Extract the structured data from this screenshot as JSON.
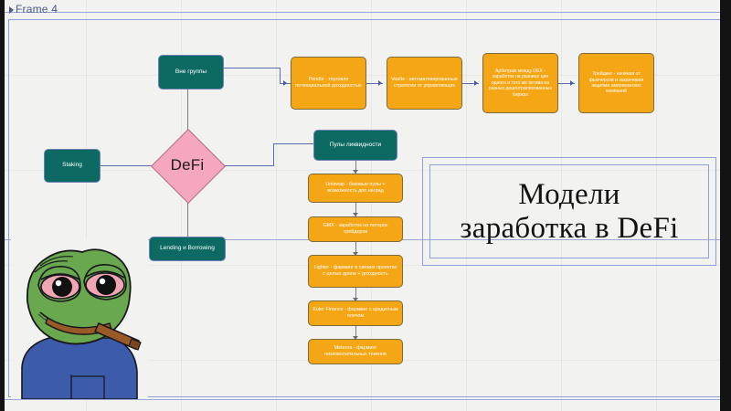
{
  "frame": {
    "label": "Frame 4",
    "chevron_icon": "chevron-right-icon"
  },
  "title_card": {
    "line1": "Модели",
    "line2": "заработка в DeFi",
    "full_text": "Модели заработка в DeFi"
  },
  "center_node": {
    "label": "DeFi",
    "shape": "diamond",
    "fill": "#f4a7bd"
  },
  "nodes": {
    "vne_gruppy": {
      "label": "Вне группы",
      "fill": "#0d6a63"
    },
    "staking": {
      "label": "Staking",
      "fill": "#0d6a63"
    },
    "lending": {
      "label": "Lending и Borrowing",
      "fill": "#0d6a63"
    },
    "pools": {
      "label": "Пулы ликвидности",
      "fill": "#0d6a63"
    }
  },
  "top_row": [
    {
      "label": "Pendle - торговля потенциальной доходностью",
      "fill": "#f5a615"
    },
    {
      "label": "Voults - автоматизированные стратегии от управляющих",
      "fill": "#f5a615"
    },
    {
      "label": "Арбитраж между DEX - заработок на разнице цен одного и того же актива на разных децентрализованных биржах",
      "fill": "#f5a615"
    },
    {
      "label": "Трейдинг - начиная от фьючерсов и заканчивая акциями американских компаний",
      "fill": "#f5a615"
    }
  ],
  "pools_column": [
    {
      "label": "Uniswap - базовые пулы + возможность доп.наград",
      "fill": "#f5a615"
    },
    {
      "label": "GMX - заработок на потерях трейдеров",
      "fill": "#f5a615"
    },
    {
      "label": "Lighter - фарминг в свежих проектах с целью дропа + доходность",
      "fill": "#f5a615"
    },
    {
      "label": "Euler Finance - фарминг с кредитным плечом",
      "fill": "#f5a615"
    },
    {
      "label": "Meteora - фарминг низковолатильных токенов",
      "fill": "#f5a615"
    }
  ],
  "illustration": {
    "name": "pepe-frog-with-cigar",
    "body_color": "#3d5bab",
    "skin_color": "#5a9c3e",
    "cigar_color": "#9a5a28"
  },
  "colors": {
    "teal": "#0d6a63",
    "orange": "#f5a615",
    "pink": "#f4a7bd",
    "connector": "#5b6dae",
    "frame_border": "#8e9ed6",
    "canvas": "#f2f2f1"
  }
}
